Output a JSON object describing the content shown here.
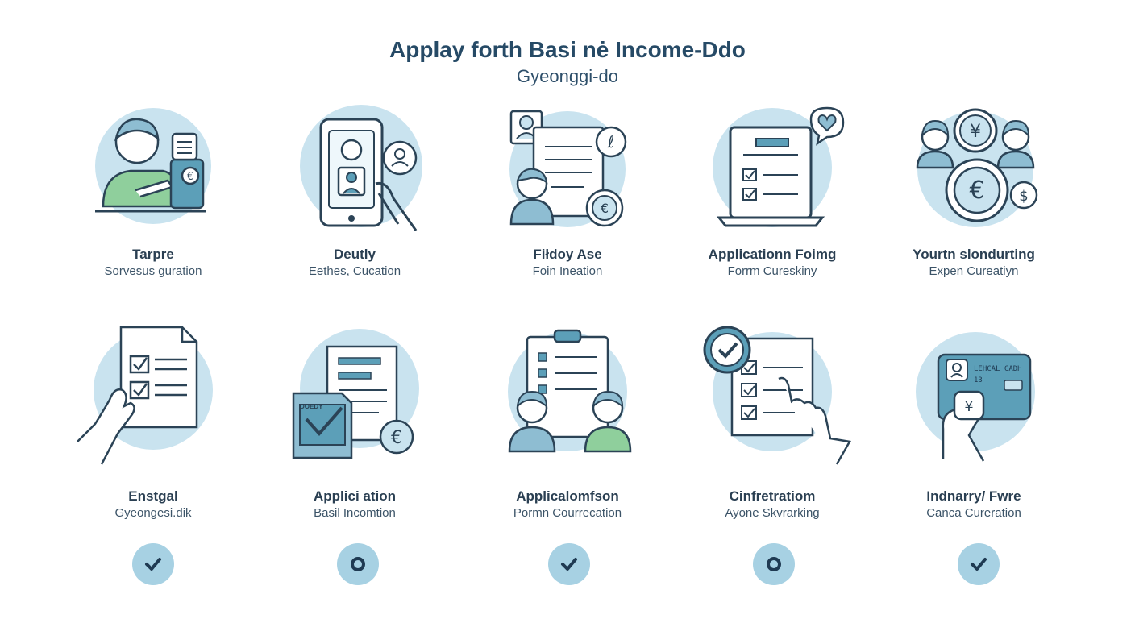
{
  "header": {
    "title": "Applay forth Basi nė Income-Ddo",
    "subtitle": "Gyeonggi-do"
  },
  "steps_top": [
    {
      "label": "Tarpre",
      "sublabel": "Sorvesus guration",
      "icon": "person-laptop-icon"
    },
    {
      "label": "Deutly",
      "sublabel": "Eethes, Cucation",
      "icon": "phone-id-icon"
    },
    {
      "label": "Fiłdoy Ase",
      "sublabel": "Foin Ineation",
      "icon": "document-person-icon"
    },
    {
      "label": "Applicationn Foimg",
      "sublabel": "Forrm Cureskiny",
      "icon": "laptop-form-icon"
    },
    {
      "label": "Yourtn slondurting",
      "sublabel": "Expen Cureatiyn",
      "icon": "people-coins-icon"
    }
  ],
  "steps_bottom": [
    {
      "label": "Enstgal",
      "sublabel": "Gyeongesi.dik",
      "icon": "hand-checklist-icon"
    },
    {
      "label": "Applici ation",
      "sublabel": "Basil Incomtion",
      "icon": "documents-euro-icon"
    },
    {
      "label": "Applicalomfson",
      "sublabel": "Pormn Courrecation",
      "icon": "clipboard-people-icon"
    },
    {
      "label": "Cinfretratiom",
      "sublabel": "Ayone Skvrarking",
      "icon": "checklist-tap-icon"
    },
    {
      "label": "Indnarry/ Fwre",
      "sublabel": "Canca Cureration",
      "icon": "hand-card-icon"
    }
  ],
  "card_text": {
    "line1": "LEHCAL CADH",
    "line2": "13",
    "doc_tag": "DOEDY"
  },
  "status": [
    {
      "state": "done",
      "icon": "check-icon"
    },
    {
      "state": "pending",
      "icon": "circle-icon"
    },
    {
      "state": "done",
      "icon": "check-icon"
    },
    {
      "state": "pending",
      "icon": "circle-icon"
    },
    {
      "state": "done",
      "icon": "check-icon"
    }
  ],
  "colors": {
    "accent_light": "#a7d1e3",
    "accent_fill": "#c9e3ef",
    "stroke": "#2b4356",
    "green": "#8fcf9c",
    "teal": "#5c9fb8"
  }
}
